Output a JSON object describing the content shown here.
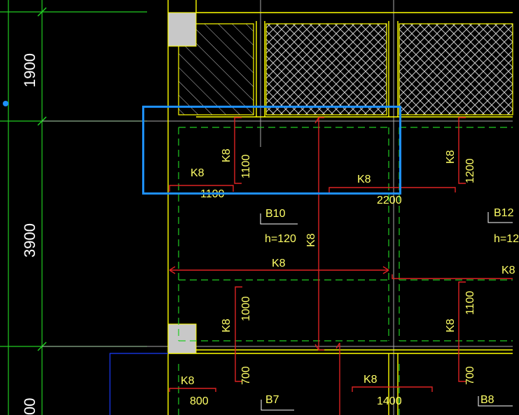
{
  "colors": {
    "background": "#000000",
    "dimension_line": "#22cc22",
    "beam_line": "#ffff00",
    "slab_edge_dashed": "#22cc22",
    "rebar": "#dd2222",
    "text": "#ffff66",
    "selection": "#1e90ff",
    "column_fill": "#c8c8c8",
    "axis_line": "#1a3cff"
  },
  "dimensions": {
    "left_top": "1900",
    "left_mid": "3900",
    "left_bottom": "00"
  },
  "rebar_labels": {
    "k8_v_top_left": "K8",
    "dim_1100_v": "1100",
    "k8_h_top_left": "K8",
    "dim_1100_h": "1100",
    "k8_h_top_mid": "K8",
    "dim_2200": "2200",
    "k8_v_center": "K8",
    "k8_h_center": "K8",
    "k8_v_top_right": "K8",
    "dim_1200_v": "1200",
    "k8_h_right": "K8",
    "k8_v_lower_left": "K8",
    "dim_1000_v": "1000",
    "dim_700_v_left": "700",
    "k8_h_bottom_left": "K8",
    "dim_800": "800",
    "k8_h_bottom_mid": "K8",
    "dim_1400": "1400",
    "k8_v_lower_right": "K8",
    "dim_1100_v_right": "1100",
    "dim_700_v_right": "700"
  },
  "slabs": {
    "b10_name": "B10",
    "b10_thickness": "h=120",
    "b12_name": "B12",
    "b12_thickness": "h=12",
    "b7_name": "B7",
    "b8_name": "B8"
  }
}
